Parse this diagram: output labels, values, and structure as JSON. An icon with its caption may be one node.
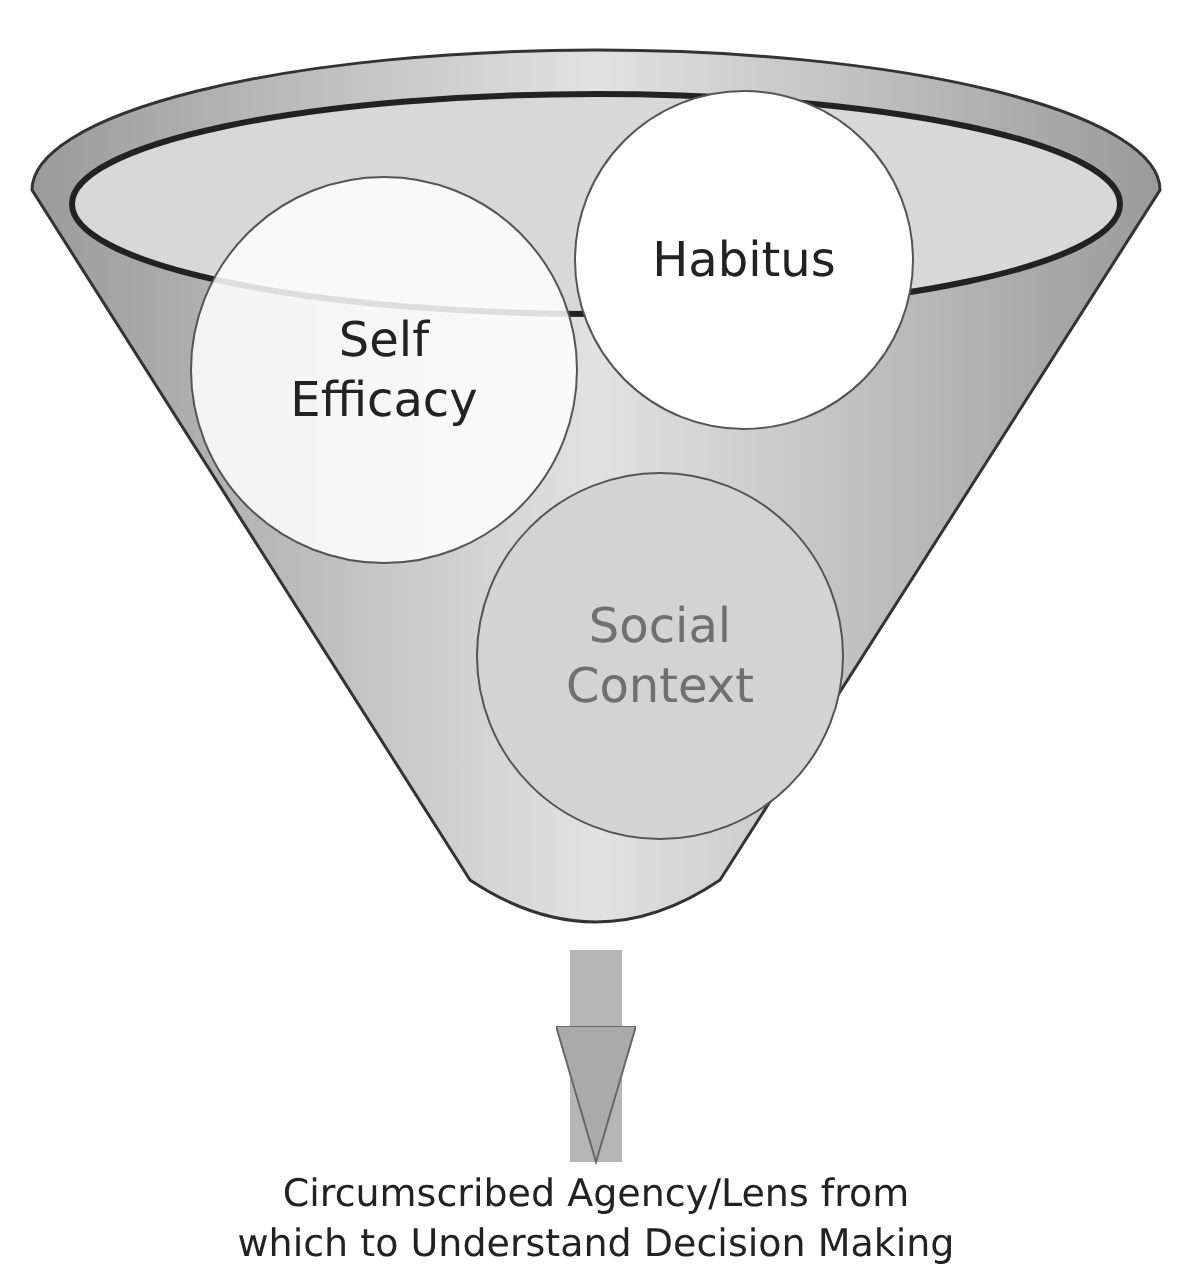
{
  "diagram": {
    "nodes": [
      {
        "text": [],
        "shape": "funnel"
      },
      {
        "text": [
          "Self Efficacy"
        ],
        "in": 0
      },
      {
        "text": [
          "Habitus"
        ],
        "in": 0
      },
      {
        "text": [
          "Social Context"
        ],
        "in": 0
      },
      {
        "text": [
          "Circumscribed Agency/Lens from which to Understand Decision Making"
        ]
      }
    ],
    "edges": [
      {
        "from": 0,
        "to": 4,
        "arrow": "to"
      }
    ]
  }
}
